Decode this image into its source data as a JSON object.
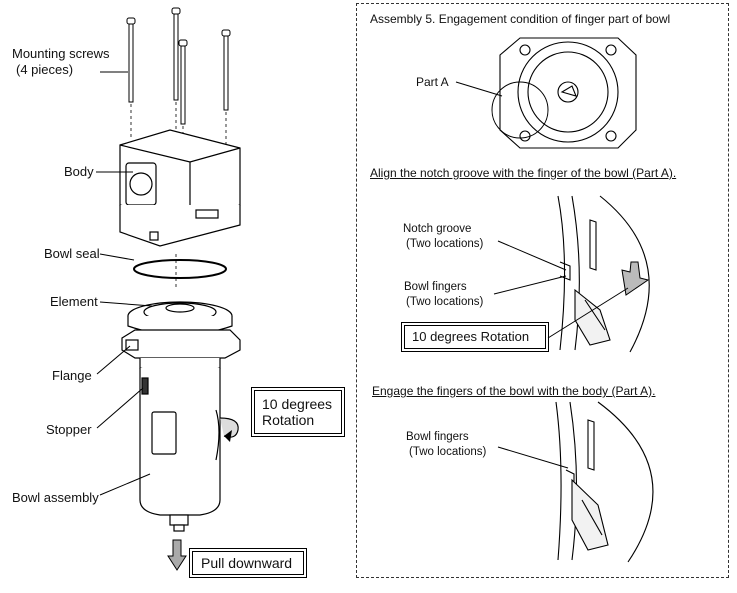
{
  "left_labels": {
    "mounting_screws": "Mounting screws",
    "mounting_screws_count": "(4 pieces)",
    "body": "Body",
    "bowl_seal": "Bowl seal",
    "element": "Element",
    "flange": "Flange",
    "stopper": "Stopper",
    "bowl_assembly": "Bowl assembly"
  },
  "rotation_box": {
    "line1": "10 degrees",
    "line2": "Rotation"
  },
  "pull_box": "Pull downward",
  "right_panel": {
    "title": "Assembly 5. Engagement condition of finger part of bowl",
    "part_a": "Part A",
    "step1_heading": "Align the notch groove with the finger of the bowl (Part A).",
    "notch_groove": "Notch groove",
    "notch_groove_count": "(Two locations)",
    "bowl_fingers_1": "Bowl fingers",
    "bowl_fingers_1_count": "(Two locations)",
    "rotation_label": "10 degrees Rotation",
    "step2_heading": "Engage the fingers of the bowl with the body (Part A).",
    "bowl_fingers_2": "Bowl fingers",
    "bowl_fingers_2_count": "(Two locations)"
  }
}
